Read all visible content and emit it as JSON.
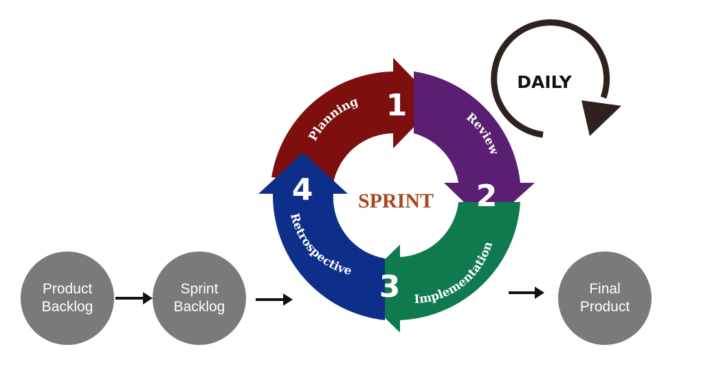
{
  "nodes": {
    "product_backlog": {
      "line1": "Product",
      "line2": "Backlog"
    },
    "sprint_backlog": {
      "line1": "Sprint",
      "line2": "Backlog"
    },
    "final_product": {
      "line1": "Final",
      "line2": "Product"
    }
  },
  "cycle": {
    "center": "SPRINT",
    "steps": [
      {
        "number": "1",
        "label": "Planning",
        "color": "#7d0f0f"
      },
      {
        "number": "2",
        "label": "Review",
        "color": "#5a1e72"
      },
      {
        "number": "3",
        "label": "Implementation",
        "color": "#0f7a4e"
      },
      {
        "number": "4",
        "label": "Retrospective",
        "color": "#0d2f8a"
      }
    ]
  },
  "daily": {
    "label": "DAILY",
    "color": "#2e211e"
  },
  "colors": {
    "node_fill": "#7a7a7a",
    "connector": "#111111"
  }
}
